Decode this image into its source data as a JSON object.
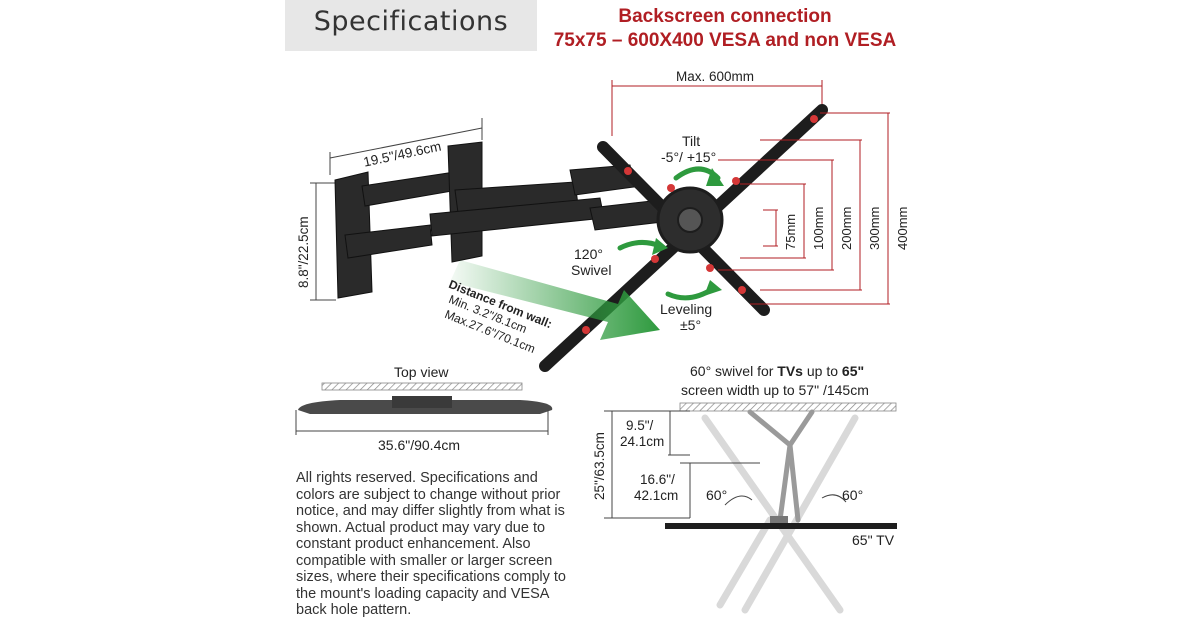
{
  "header": {
    "title": "Specifications",
    "connection_line1": "Backscreen connection",
    "connection_line2": "75x75 – 600X400 VESA and non VESA"
  },
  "main_diagram": {
    "max_width": "Max. 600mm",
    "arm_length": "19.5\"/49.6cm",
    "wall_plate_height": "8.8\"/22.5cm",
    "tilt_label": "Tilt",
    "tilt_range": "-5°/ +15°",
    "swivel_value": "120°",
    "swivel_label": "Swivel",
    "leveling_label": "Leveling",
    "leveling_range": "±5°",
    "distance_title": "Distance from wall:",
    "distance_min": "Min. 3.2\"/8.1cm",
    "distance_max": "Max.27.6\"/70.1cm",
    "vesa_heights": [
      "75mm",
      "100mm",
      "200mm",
      "300mm",
      "400mm"
    ]
  },
  "top_view": {
    "title": "Top view",
    "width": "35.6\"/90.4cm"
  },
  "swivel_view": {
    "title_prefix": "60° swivel for ",
    "title_bold1": "TVs",
    "title_mid": " up to ",
    "title_bold2": "65\"",
    "subtitle": "screen width up to 57\" /145cm",
    "depth_small_1": "9.5\"/",
    "depth_small_2": "24.1cm",
    "depth_mid_1": "16.6\"/",
    "depth_mid_2": "42.1cm",
    "depth_total": "25\"/63.5cm",
    "angle_left": "60°",
    "angle_right": "60°",
    "tv_label": "65\" TV"
  },
  "disclaimer": "All rights reserved. Specifications and colors are subject to change without prior notice, and may differ slightly from what is shown. Actual product may vary due to constant product enhancement. Also compatible with smaller or larger screen sizes, where their specifications comply to the mount's loading capacity and VESA back hole pattern.",
  "colors": {
    "accent_red": "#b01e23",
    "arrow_green": "#2e9a3e",
    "mount_black": "#2a2a2a"
  }
}
